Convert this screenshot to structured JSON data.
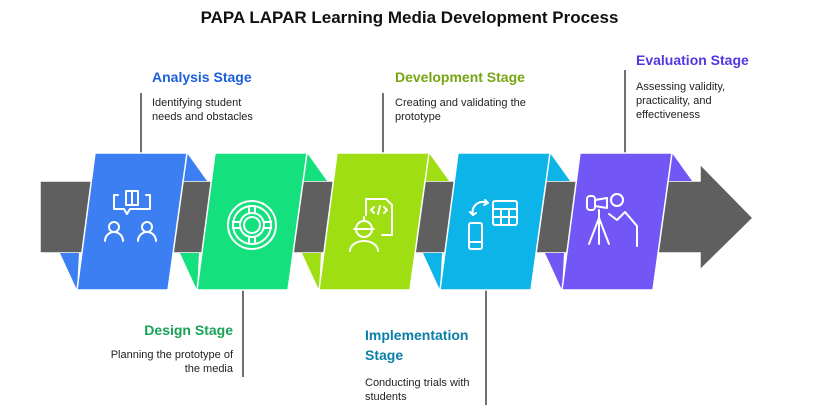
{
  "title": "PAPA LAPAR Learning Media Development Process",
  "stages": [
    {
      "title": "Analysis Stage",
      "desc": "Identifying student needs and obstacles",
      "icon": "discussion-icon",
      "color": "#3b7ff2",
      "title_color": "#1c5fd8"
    },
    {
      "title": "Design Stage",
      "desc": "Planning the prototype of the media",
      "icon": "target-icon",
      "color": "#14e07e",
      "title_color": "#17a356"
    },
    {
      "title": "Development Stage",
      "desc": "Creating and validating the prototype",
      "icon": "developer-icon",
      "color": "#9ede12",
      "title_color": "#76a512"
    },
    {
      "title": "Implementation Stage",
      "desc": "Conducting trials with students",
      "icon": "device-sync-icon",
      "color": "#0cb4e8",
      "title_color": "#0a7fa8"
    },
    {
      "title": "Evaluation Stage",
      "desc": "Assessing validity, practicality, and effectiveness",
      "icon": "telescope-icon",
      "color": "#7356f6",
      "title_color": "#5436e0"
    }
  ],
  "arrow_color": "#5f5f5f"
}
